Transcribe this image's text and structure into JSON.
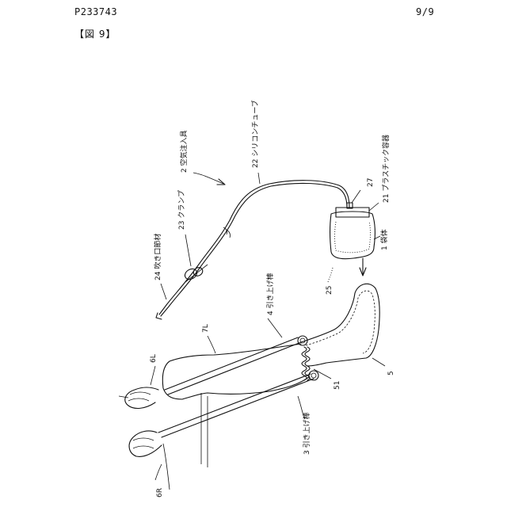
{
  "header": {
    "doc_id": "P233743",
    "page": "9/9",
    "figure_title": "【図 9】"
  },
  "labels": {
    "l_2": "2 空気注入具",
    "l_22": "22 シリコンチューブ",
    "l_23": "23 クランプ",
    "l_24": "24 吹き口節材",
    "l_27": "27",
    "l_21": "21 プラスチック容器",
    "l_1": "1 袋体",
    "l_25": "25",
    "l_4": "4 引き上げ棒",
    "l_7L": "7L",
    "l_6L": "6L",
    "l_51": "51",
    "l_5": "5",
    "l_3": "3 引き上げ棒",
    "l_6R": "6R"
  }
}
